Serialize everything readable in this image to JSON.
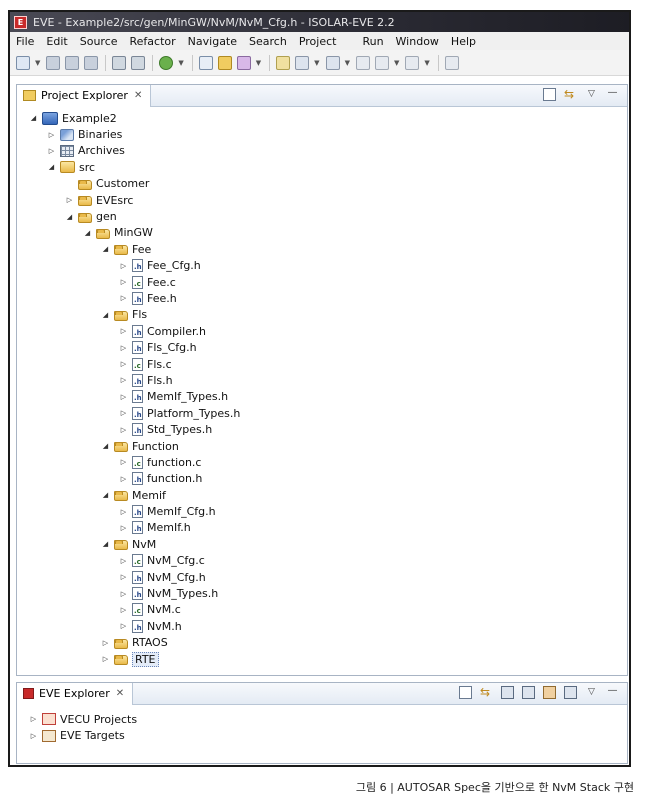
{
  "window": {
    "title": "EVE - Example2/src/gen/MinGW/NvM/NvM_Cfg.h - ISOLAR-EVE 2.2"
  },
  "menu": [
    {
      "label": "File"
    },
    {
      "label": "Edit"
    },
    {
      "label": "Source"
    },
    {
      "label": "Refactor"
    },
    {
      "label": "Navigate"
    },
    {
      "label": "Search"
    },
    {
      "label": "Project"
    },
    {
      "label": "Run"
    },
    {
      "label": "Window"
    },
    {
      "label": "Help"
    }
  ],
  "project_explorer": {
    "tab_label": "Project Explorer",
    "tree": [
      {
        "label": "Example2",
        "depth": 0,
        "state": "expanded",
        "kind": "project"
      },
      {
        "label": "Binaries",
        "depth": 1,
        "state": "collapsed",
        "kind": "binaries"
      },
      {
        "label": "Archives",
        "depth": 1,
        "state": "collapsed",
        "kind": "archives"
      },
      {
        "label": "src",
        "depth": 1,
        "state": "expanded",
        "kind": "srcfolder"
      },
      {
        "label": "Customer",
        "depth": 2,
        "state": "leaf",
        "kind": "folder"
      },
      {
        "label": "EVEsrc",
        "depth": 2,
        "state": "collapsed",
        "kind": "folder"
      },
      {
        "label": "gen",
        "depth": 2,
        "state": "expanded",
        "kind": "folder"
      },
      {
        "label": "MinGW",
        "depth": 3,
        "state": "expanded",
        "kind": "folder"
      },
      {
        "label": "Fee",
        "depth": 4,
        "state": "expanded",
        "kind": "folder"
      },
      {
        "label": "Fee_Cfg.h",
        "depth": 5,
        "state": "collapsed",
        "kind": "h"
      },
      {
        "label": "Fee.c",
        "depth": 5,
        "state": "collapsed",
        "kind": "c"
      },
      {
        "label": "Fee.h",
        "depth": 5,
        "state": "collapsed",
        "kind": "h"
      },
      {
        "label": "Fls",
        "depth": 4,
        "state": "expanded",
        "kind": "folder"
      },
      {
        "label": "Compiler.h",
        "depth": 5,
        "state": "collapsed",
        "kind": "h"
      },
      {
        "label": "Fls_Cfg.h",
        "depth": 5,
        "state": "collapsed",
        "kind": "h"
      },
      {
        "label": "Fls.c",
        "depth": 5,
        "state": "collapsed",
        "kind": "c"
      },
      {
        "label": "Fls.h",
        "depth": 5,
        "state": "collapsed",
        "kind": "h"
      },
      {
        "label": "MemIf_Types.h",
        "depth": 5,
        "state": "collapsed",
        "kind": "h"
      },
      {
        "label": "Platform_Types.h",
        "depth": 5,
        "state": "collapsed",
        "kind": "h"
      },
      {
        "label": "Std_Types.h",
        "depth": 5,
        "state": "collapsed",
        "kind": "h"
      },
      {
        "label": "Function",
        "depth": 4,
        "state": "expanded",
        "kind": "folder"
      },
      {
        "label": "function.c",
        "depth": 5,
        "state": "collapsed",
        "kind": "c"
      },
      {
        "label": "function.h",
        "depth": 5,
        "state": "collapsed",
        "kind": "h"
      },
      {
        "label": "Memif",
        "depth": 4,
        "state": "expanded",
        "kind": "folder"
      },
      {
        "label": "MemIf_Cfg.h",
        "depth": 5,
        "state": "collapsed",
        "kind": "h"
      },
      {
        "label": "MemIf.h",
        "depth": 5,
        "state": "collapsed",
        "kind": "h"
      },
      {
        "label": "NvM",
        "depth": 4,
        "state": "expanded",
        "kind": "folder"
      },
      {
        "label": "NvM_Cfg.c",
        "depth": 5,
        "state": "collapsed",
        "kind": "c"
      },
      {
        "label": "NvM_Cfg.h",
        "depth": 5,
        "state": "collapsed",
        "kind": "h"
      },
      {
        "label": "NvM_Types.h",
        "depth": 5,
        "state": "collapsed",
        "kind": "h"
      },
      {
        "label": "NvM.c",
        "depth": 5,
        "state": "collapsed",
        "kind": "c"
      },
      {
        "label": "NvM.h",
        "depth": 5,
        "state": "collapsed",
        "kind": "h"
      },
      {
        "label": "RTAOS",
        "depth": 4,
        "state": "collapsed",
        "kind": "folder"
      },
      {
        "label": "RTE",
        "depth": 4,
        "state": "collapsed",
        "kind": "folder",
        "selected": true
      }
    ]
  },
  "eve_explorer": {
    "tab_label": "EVE Explorer",
    "items": [
      {
        "label": "VECU Projects"
      },
      {
        "label": "EVE Targets"
      }
    ]
  },
  "caption": "그림 6 | AUTOSAR Spec을 기반으로 한 NvM Stack 구현",
  "colors": {
    "titlebar": "#2a2a33",
    "tab_header": "#e4ebf4",
    "selection": "#e4ecf8",
    "folder": "#e9b949"
  }
}
